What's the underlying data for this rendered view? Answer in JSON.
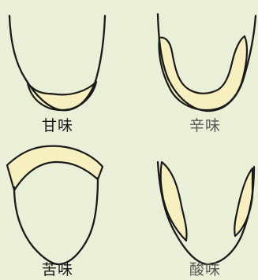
{
  "colors": {
    "background": "#eaf0d8",
    "outline": "#1a1a1a",
    "taste_zone": "#f7efbf"
  },
  "diagrams": [
    {
      "id": "sweet",
      "label": "甘味"
    },
    {
      "id": "spicy",
      "label": "辛味"
    },
    {
      "id": "bitter",
      "label": "苦味"
    },
    {
      "id": "sour",
      "label": "酸味"
    }
  ]
}
